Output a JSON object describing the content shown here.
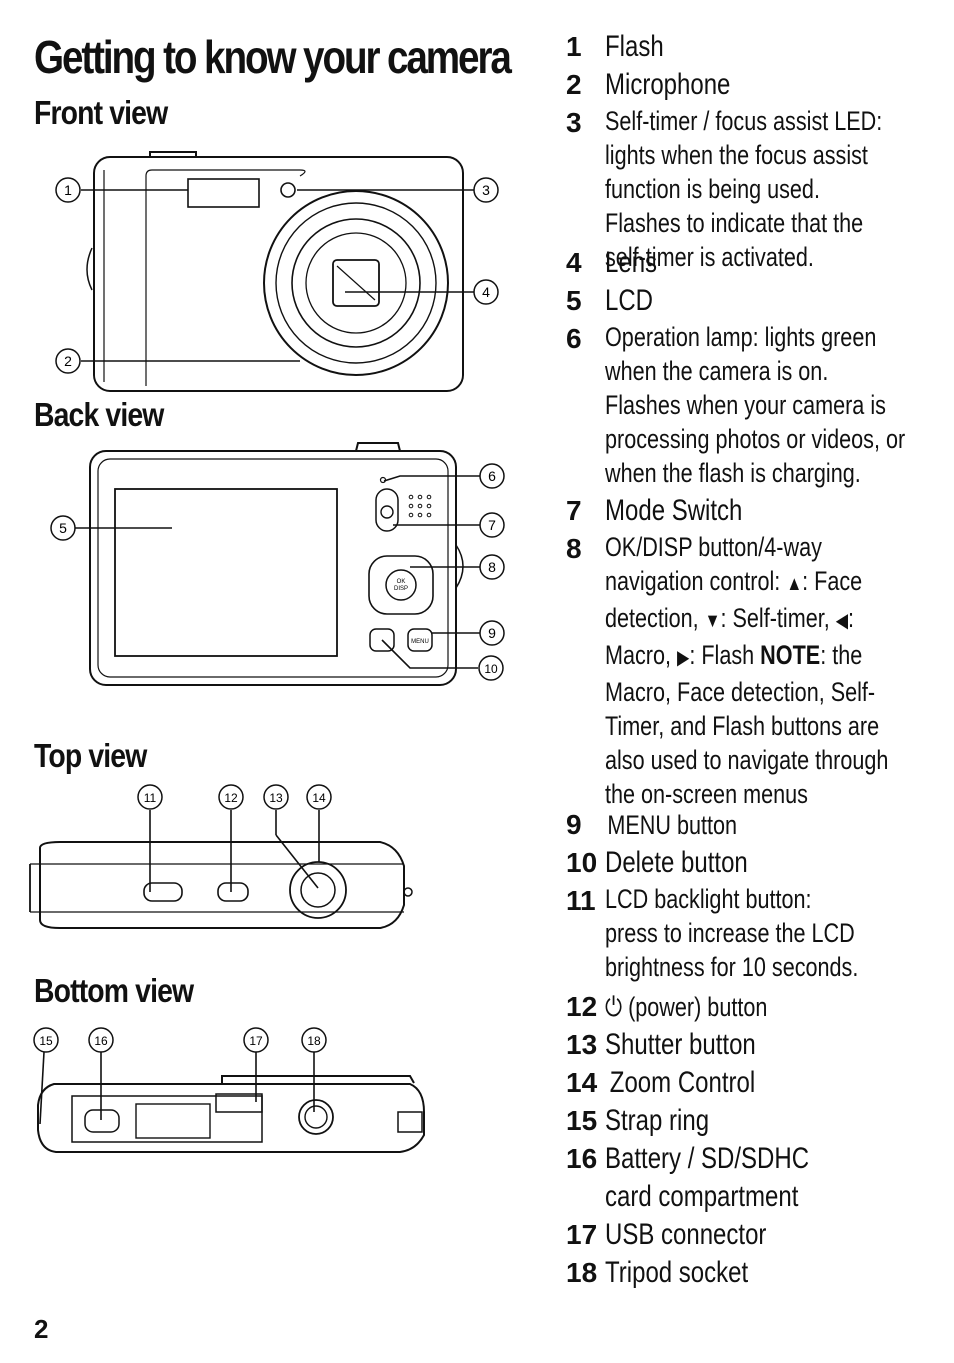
{
  "title": "Getting to know your camera",
  "sections": {
    "front": "Front view",
    "back": "Back view",
    "top": "Top view",
    "bottom": "Bottom view"
  },
  "page_number": "2",
  "callouts": {
    "c1": "1",
    "c2": "2",
    "c3": "3",
    "c4": "4",
    "c5": "5",
    "c6": "6",
    "c7": "7",
    "c8": "8",
    "c9": "9",
    "c10": "10",
    "c11": "11",
    "c12": "12",
    "c13": "13",
    "c14": "14",
    "c15": "15",
    "c16": "16",
    "c17": "17",
    "c18": "18"
  },
  "camera_labels": {
    "ok": "OK",
    "disp": "DISP",
    "menu": "MENU"
  },
  "items": {
    "i1": {
      "num": "1",
      "text": "Flash"
    },
    "i2": {
      "num": "2",
      "text": "Microphone"
    },
    "i3": {
      "num": "3",
      "text": "Self-timer / focus assist LED: lights when the focus assist function is being used. Flashes to indicate that the self-timer is activated."
    },
    "i4": {
      "num": "4",
      "text": "Lens"
    },
    "i5": {
      "num": "5",
      "text": "LCD"
    },
    "i6": {
      "num": "6",
      "text": "Operation lamp: lights green when the camera is on. Flashes when your camera is processing photos or videos, or when the flash is charging."
    },
    "i7": {
      "num": "7",
      "text": "Mode Switch"
    },
    "i8": {
      "num": "8",
      "line1": "OK/DISP button/4-way navigation control:",
      "up": ": Face detection, ",
      "down": ": Self-timer, ",
      "left": ": Macro, ",
      "right": ": Flash",
      "note_label": "NOTE",
      "note_text": ": the Macro, Face detection, Self-Timer, and Flash buttons are also used to navigate through the on-screen menus"
    },
    "i9": {
      "num": "9",
      "text": "MENU button"
    },
    "i10": {
      "num": "10",
      "text": "Delete button"
    },
    "i11": {
      "num": "11",
      "text": "LCD backlight button: press to increase the LCD brightness for 10 seconds."
    },
    "i12": {
      "num": "12",
      "text": " (power) button"
    },
    "i13": {
      "num": "13",
      "text": "Shutter button"
    },
    "i14": {
      "num": "14",
      "text": "Zoom Control"
    },
    "i15": {
      "num": "15",
      "text": "Strap ring"
    },
    "i16": {
      "num": "16",
      "text": "Battery / SD/SDHC card compartment"
    },
    "i17": {
      "num": "17",
      "text": "USB connector"
    },
    "i18": {
      "num": "18",
      "text": "Tripod socket"
    }
  }
}
